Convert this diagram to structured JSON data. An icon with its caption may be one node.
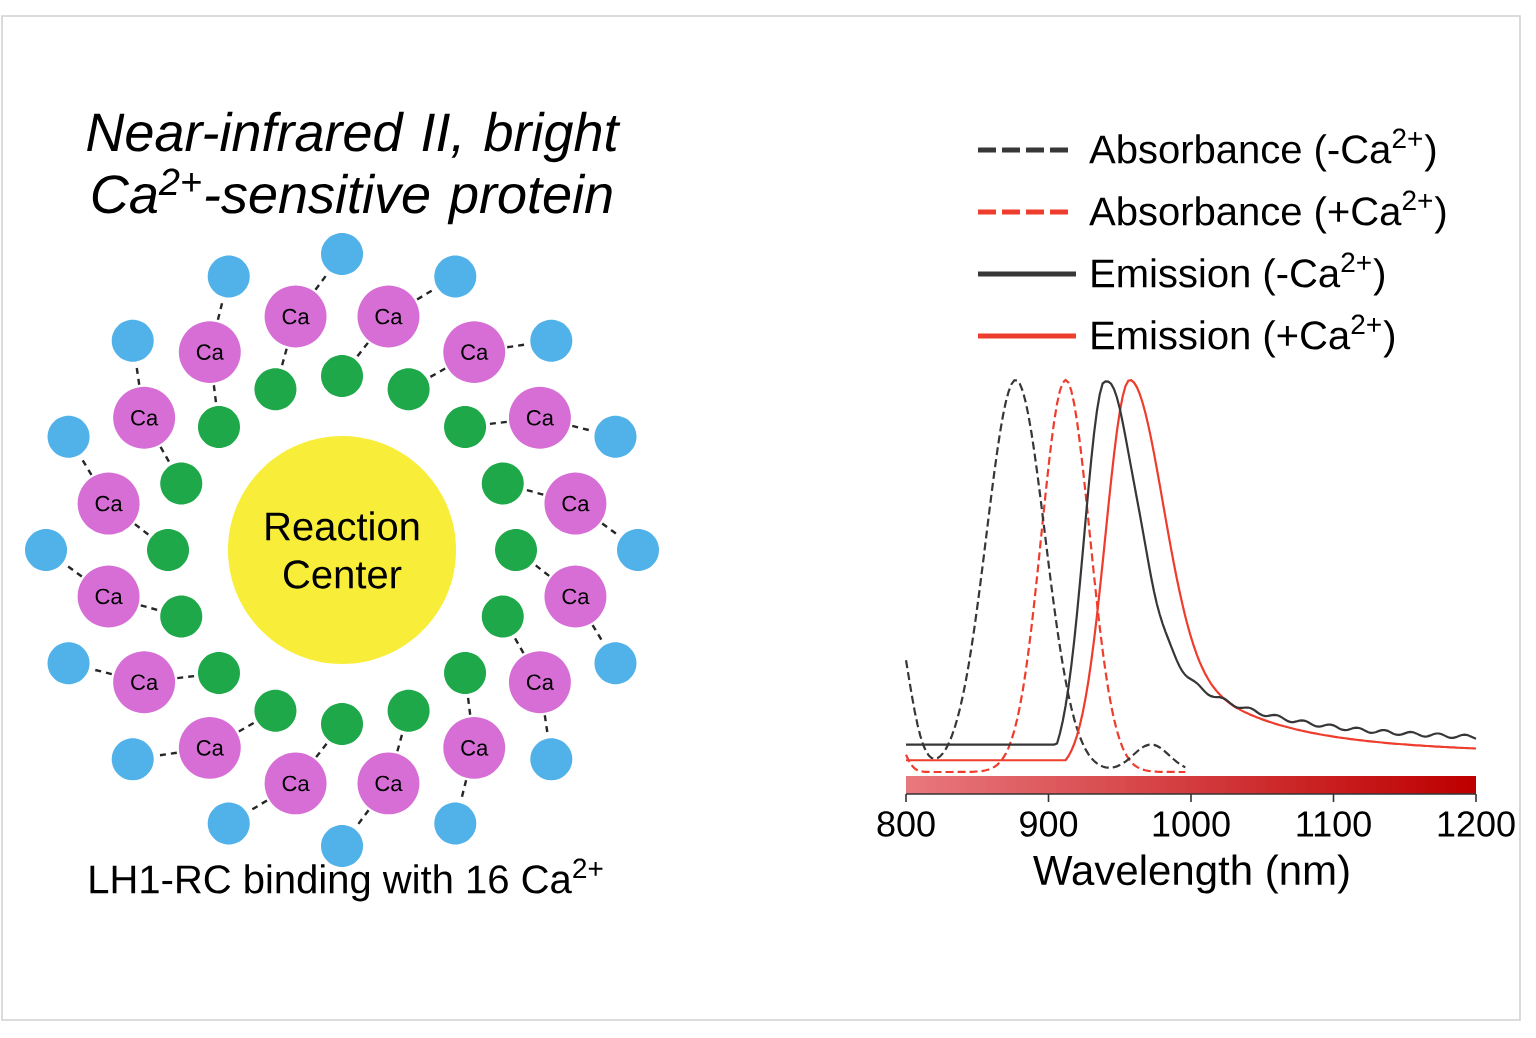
{
  "diagram": {
    "title": "Near-infrared II, bright Ca$^{2+}$-sensitive protein",
    "nodes": [
      {
        "text": [
          "Reaction Center"
        ]
      },
      {
        "text": [
          "Ca"
        ]
      },
      {
        "text": [
          "Ca"
        ]
      },
      {
        "text": [
          "Ca"
        ]
      },
      {
        "text": [
          "Ca"
        ]
      },
      {
        "text": [
          "Ca"
        ]
      },
      {
        "text": [
          "Ca"
        ]
      },
      {
        "text": [
          "Ca"
        ]
      },
      {
        "text": [
          "Ca"
        ]
      },
      {
        "text": [
          "Ca"
        ]
      },
      {
        "text": [
          "Ca"
        ]
      },
      {
        "text": [
          "Ca"
        ]
      },
      {
        "text": [
          "Ca"
        ]
      },
      {
        "text": [
          "Ca"
        ]
      },
      {
        "text": [
          "Ca"
        ]
      },
      {
        "text": [
          "Ca"
        ]
      },
      {
        "text": [
          "Ca"
        ]
      },
      {
        "text": [],
        "shape": "circle"
      },
      {
        "text": [],
        "shape": "circle"
      },
      {
        "text": [],
        "shape": "circle"
      },
      {
        "text": [],
        "shape": "circle"
      },
      {
        "text": [],
        "shape": "circle"
      },
      {
        "text": [],
        "shape": "circle"
      },
      {
        "text": [],
        "shape": "circle"
      },
      {
        "text": [],
        "shape": "circle"
      },
      {
        "text": [],
        "shape": "circle"
      },
      {
        "text": [],
        "shape": "circle"
      },
      {
        "text": [],
        "shape": "circle"
      },
      {
        "text": [],
        "shape": "circle"
      },
      {
        "text": [],
        "shape": "circle"
      },
      {
        "text": [],
        "shape": "circle"
      },
      {
        "text": [],
        "shape": "circle"
      },
      {
        "text": [],
        "shape": "circle"
      },
      {
        "text": [],
        "shape": "circle"
      },
      {
        "text": [],
        "shape": "circle"
      },
      {
        "text": [],
        "shape": "circle"
      },
      {
        "text": [],
        "shape": "circle"
      },
      {
        "text": [],
        "shape": "circle"
      },
      {
        "text": [],
        "shape": "circle"
      },
      {
        "text": [],
        "shape": "circle"
      },
      {
        "text": [],
        "shape": "circle"
      },
      {
        "text": [],
        "shape": "circle"
      },
      {
        "text": [],
        "shape": "circle"
      },
      {
        "text": [],
        "shape": "circle"
      },
      {
        "text": [],
        "shape": "circle"
      },
      {
        "text": [],
        "shape": "circle"
      },
      {
        "text": [],
        "shape": "circle"
      },
      {
        "text": [],
        "shape": "circle"
      },
      {
        "text": [],
        "shape": "circle"
      }
    ],
    "edges": [
      {
        "from": 1,
        "to": 17,
        "arrow": "none",
        "style": "dashed"
      },
      {
        "from": 1,
        "to": 34,
        "arrow": "none",
        "style": "dashed"
      },
      {
        "from": 2,
        "to": 18,
        "arrow": "none",
        "style": "dashed"
      },
      {
        "from": 2,
        "to": 35,
        "arrow": "none",
        "style": "dashed"
      },
      {
        "from": 3,
        "to": 19,
        "arrow": "none",
        "style": "dashed"
      },
      {
        "from": 3,
        "to": 36,
        "arrow": "none",
        "style": "dashed"
      },
      {
        "from": 4,
        "to": 20,
        "arrow": "none",
        "style": "dashed"
      },
      {
        "from": 4,
        "to": 37,
        "arrow": "none",
        "style": "dashed"
      },
      {
        "from": 5,
        "to": 21,
        "arrow": "none",
        "style": "dashed"
      },
      {
        "from": 5,
        "to": 38,
        "arrow": "none",
        "style": "dashed"
      },
      {
        "from": 6,
        "to": 22,
        "arrow": "none",
        "style": "dashed"
      },
      {
        "from": 6,
        "to": 39,
        "arrow": "none",
        "style": "dashed"
      },
      {
        "from": 7,
        "to": 23,
        "arrow": "none",
        "style": "dashed"
      },
      {
        "from": 7,
        "to": 40,
        "arrow": "none",
        "style": "dashed"
      },
      {
        "from": 8,
        "to": 24,
        "arrow": "none",
        "style": "dashed"
      },
      {
        "from": 8,
        "to": 41,
        "arrow": "none",
        "style": "dashed"
      },
      {
        "from": 9,
        "to": 25,
        "arrow": "none",
        "style": "dashed"
      },
      {
        "from": 9,
        "to": 42,
        "arrow": "none",
        "style": "dashed"
      },
      {
        "from": 10,
        "to": 26,
        "arrow": "none",
        "style": "dashed"
      },
      {
        "from": 10,
        "to": 43,
        "arrow": "none",
        "style": "dashed"
      },
      {
        "from": 11,
        "to": 27,
        "arrow": "none",
        "style": "dashed"
      },
      {
        "from": 11,
        "to": 44,
        "arrow": "none",
        "style": "dashed"
      },
      {
        "from": 12,
        "to": 28,
        "arrow": "none",
        "style": "dashed"
      },
      {
        "from": 12,
        "to": 45,
        "arrow": "none",
        "style": "dashed"
      },
      {
        "from": 13,
        "to": 29,
        "arrow": "none",
        "style": "dashed"
      },
      {
        "from": 13,
        "to": 46,
        "arrow": "none",
        "style": "dashed"
      },
      {
        "from": 14,
        "to": 30,
        "arrow": "none",
        "style": "dashed"
      },
      {
        "from": 14,
        "to": 47,
        "arrow": "none",
        "style": "dashed"
      },
      {
        "from": 15,
        "to": 31,
        "arrow": "none",
        "style": "dashed"
      },
      {
        "from": 15,
        "to": 48,
        "arrow": "none",
        "style": "dashed"
      },
      {
        "from": 16,
        "to": 32,
        "arrow": "none",
        "style": "dashed"
      },
      {
        "from": 16,
        "to": 33,
        "arrow": "none",
        "style": "dashed"
      }
    ],
    "labels": [
      "LH1-RC binding with 16 Ca$^{2+}$",
      "800",
      "900",
      "1000",
      "1100",
      "1200",
      "Wavelength (nm)"
    ],
    "legend": [
      {
        "text": "Absorbance (-Ca$^{2+}$)"
      },
      {
        "text": "Absorbance (+Ca$^{2+}$)"
      },
      {
        "text": "Emission (-Ca$^{2+}$)"
      },
      {
        "text": "Emission (+Ca$^{2+}$)"
      }
    ]
  }
}
